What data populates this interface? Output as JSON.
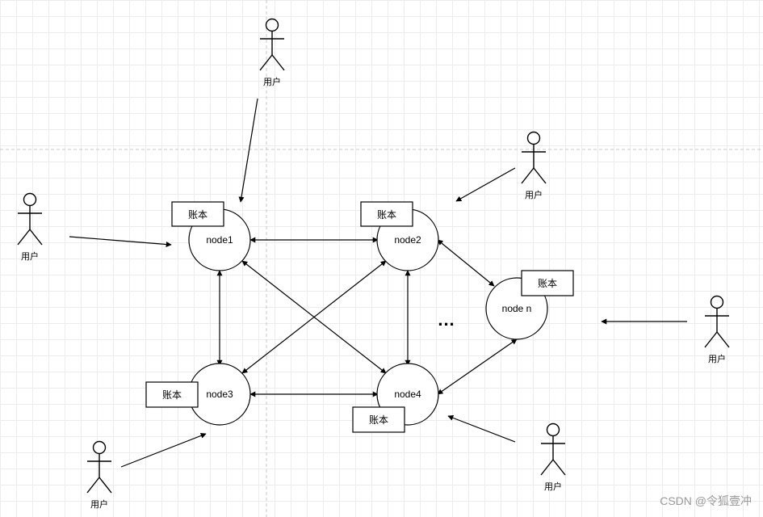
{
  "nodes": {
    "node1": "node1",
    "node2": "node2",
    "node3": "node3",
    "node4": "node4",
    "node_n": "node n"
  },
  "ledger_label": "账本",
  "user_label": "用户",
  "ellipsis": "...",
  "watermark": "CSDN @令狐壹冲"
}
